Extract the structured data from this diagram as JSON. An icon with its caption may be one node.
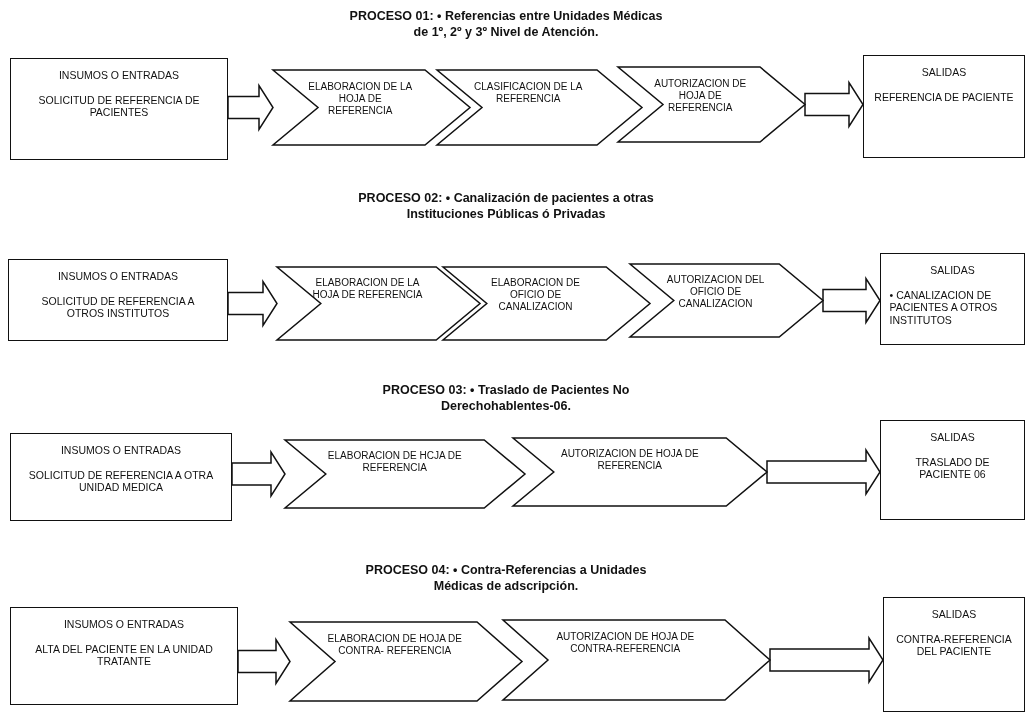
{
  "diagram": {
    "nodes": [
      {
        "text": [
          "INSUMOS  O ENTRADAS",
          "SOLICITUD DE  REFERENCIA DE PACIENTES"
        ]
      },
      {
        "text": [
          "ELABORACION DE LA HOJA DE REFERENCIA"
        ]
      },
      {
        "text": [
          "CLASIFICACION DE LA REFERENCIA"
        ]
      },
      {
        "text": [
          "AUTORIZACION DE HOJA DE REFERENCIA"
        ]
      },
      {
        "text": [
          "SALIDAS",
          "REFERENCIA DE PACIENTE"
        ]
      },
      {
        "text": [
          "INSUMOS  O ENTRADAS",
          "SOLICITUD DE REFERENCIA A  OTROS INSTITUTOS"
        ]
      },
      {
        "text": [
          "ELABORACION DE LA HOJA DE REFERENCIA"
        ]
      },
      {
        "text": [
          "ELABORACION DE OFICIO DE CANALIZACION"
        ]
      },
      {
        "text": [
          "AUTORIZACION DEL OFICIO DE CANALIZACION"
        ]
      },
      {
        "text": [
          "SALIDAS",
          "• CANALIZACION DE PACIENTES A OTROS INSTITUTOS"
        ]
      },
      {
        "text": [
          "INSUMOS  O ENTRADAS",
          "SOLICITUD DE REFERENCIA A  OTRA UNIDAD MEDICA"
        ]
      },
      {
        "text": [
          "ELABORACION DE HCJA DE REFERENCIA"
        ]
      },
      {
        "text": [
          "AUTORIZACION DE HOJA DE REFERENCIA"
        ]
      },
      {
        "text": [
          "SALIDAS",
          "TRASLADO DE PACIENTE  06"
        ]
      },
      {
        "text": [
          "INSUMOS  O ENTRADAS",
          "ALTA DEL PACIENTE EN LA UNIDAD TRATANTE"
        ]
      },
      {
        "text": [
          "ELABORACION DE HOJA DE CONTRA- REFERENCIA"
        ]
      },
      {
        "text": [
          "AUTORIZACION DE HOJA DE CONTRA-REFERENCIA"
        ]
      },
      {
        "text": [
          "SALIDAS",
          "CONTRA-REFERENCIA DEL PACIENTE"
        ]
      }
    ],
    "edges": [
      {
        "from": 0,
        "to": 1,
        "arrow": "to"
      },
      {
        "from": 3,
        "to": 4,
        "arrow": "to"
      },
      {
        "from": 5,
        "to": 6,
        "arrow": "to"
      },
      {
        "from": 8,
        "to": 9,
        "arrow": "to"
      },
      {
        "from": 10,
        "to": 11,
        "arrow": "to"
      },
      {
        "from": 12,
        "to": 13,
        "arrow": "to"
      },
      {
        "from": 14,
        "to": 15,
        "arrow": "to"
      },
      {
        "from": 16,
        "to": 17,
        "arrow": "to"
      }
    ],
    "labels": [
      "PROCESO 01: • Referencias entre Unidades Médicas de 1º, 2º y 3º Nivel de Atención.",
      "PROCESO 02: • Canalización de pacientes a otras Instituciones Públicas ó Privadas",
      "PROCESO 03: • Traslado de Pacientes No Derechohablentes-06.",
      "PROCESO 04: • Contra-Referencias a Unidades Médicas de adscripción."
    ]
  }
}
